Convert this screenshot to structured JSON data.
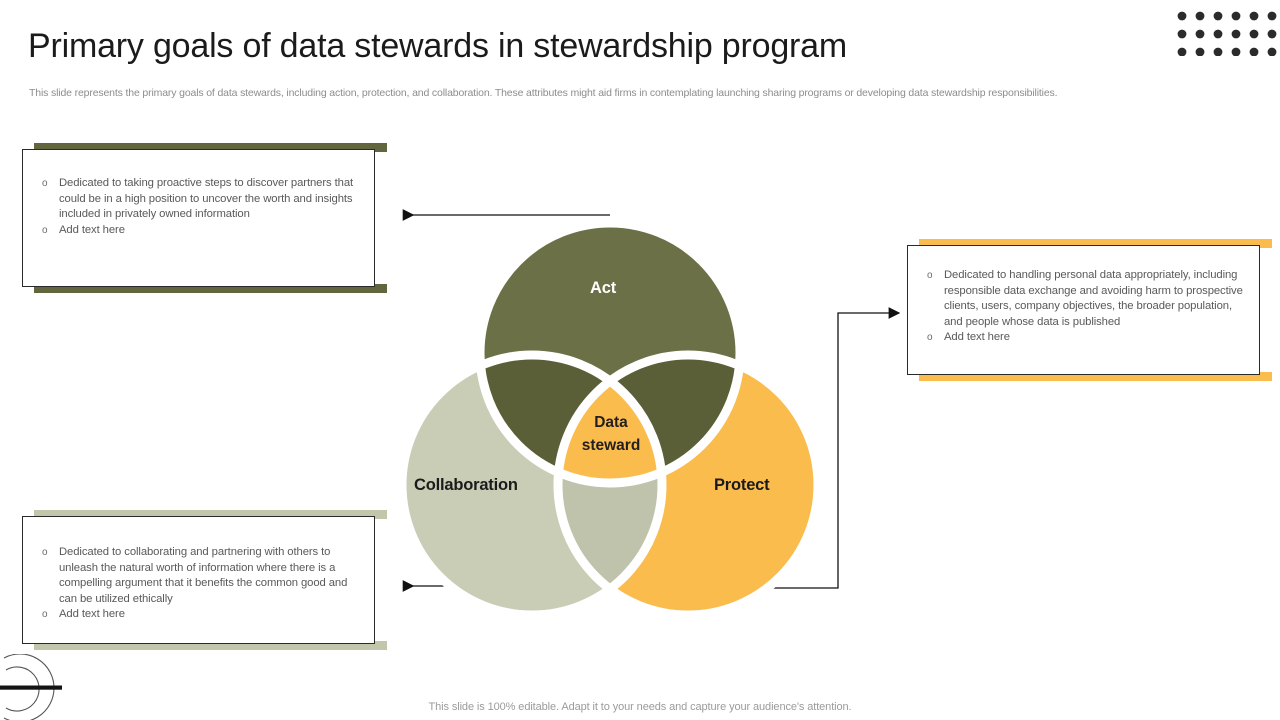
{
  "header": {
    "title": "Primary goals of data stewards in stewardship program",
    "subtitle": "This slide represents the primary goals of data stewards, including action, protection, and collaboration. These attributes might aid firms in contemplating launching sharing programs or developing data stewardship responsibilities."
  },
  "footer": {
    "note": "This slide is 100% editable. Adapt it to your needs and capture your audience's attention."
  },
  "venn": {
    "center_label": "Data steward",
    "center_label_line1": "Data",
    "center_label_line2": "steward",
    "circles": [
      {
        "id": "act",
        "label": "Act",
        "color": "#6b7047",
        "text_color": "#ffffff"
      },
      {
        "id": "protect",
        "label": "Protect",
        "color": "#fbbc4e",
        "text_color": "#1b1b1b"
      },
      {
        "id": "collaboration",
        "label": "Collaboration",
        "color": "#c9cdb6",
        "text_color": "#1b1b1b"
      }
    ],
    "center_color": "#fbbc4e",
    "stroke_color": "#ffffff"
  },
  "callouts": [
    {
      "id": "act",
      "accent": "#62663f",
      "items": [
        "Dedicated to taking proactive steps to discover partners that could be in a high position to uncover the worth and insights included in privately owned information",
        "Add text here"
      ]
    },
    {
      "id": "protect",
      "accent": "#fbbc4e",
      "items": [
        "Dedicated to handling personal data appropriately, including responsible data exchange and avoiding harm to prospective clients, users, company objectives, the broader population, and people whose data is published",
        "Add text here"
      ]
    },
    {
      "id": "collaboration",
      "accent": "#c2c6ab",
      "items": [
        "Dedicated to collaborating and partnering with others to unleash the natural worth of information where there is a compelling argument that it benefits the common good and can be utilized ethically",
        "Add text here"
      ]
    }
  ],
  "decor": {
    "dot_grid": {
      "rows": 3,
      "cols": 6,
      "color": "#2b2b2b"
    },
    "swirl_color": "#4a4a4a",
    "bar_color": "#1b1b1b"
  },
  "bullet_marker": "o"
}
